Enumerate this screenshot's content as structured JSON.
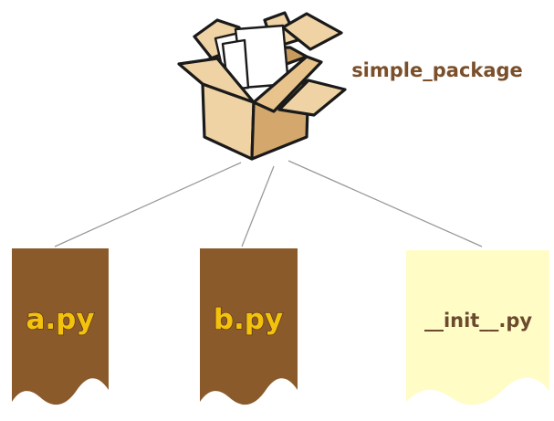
{
  "package": {
    "name": "simple_package",
    "icon": "package-box-icon"
  },
  "files": [
    {
      "name": "a.py",
      "kind": "module",
      "icon": "file-icon"
    },
    {
      "name": "b.py",
      "kind": "module",
      "icon": "file-icon"
    },
    {
      "name": "__init__.py",
      "kind": "init",
      "icon": "file-icon"
    }
  ],
  "colors": {
    "module_page": "#8b5a2b",
    "module_text": "#f4c20d",
    "init_page": "#fffcc6",
    "init_text": "#6b4a2e",
    "package_label": "#7a4f2a",
    "box_light": "#f0d3a4",
    "box_dark": "#d4a86d",
    "box_outline": "#1a1a1a",
    "connector": "#9a9a9a",
    "paper": "#ffffff"
  }
}
